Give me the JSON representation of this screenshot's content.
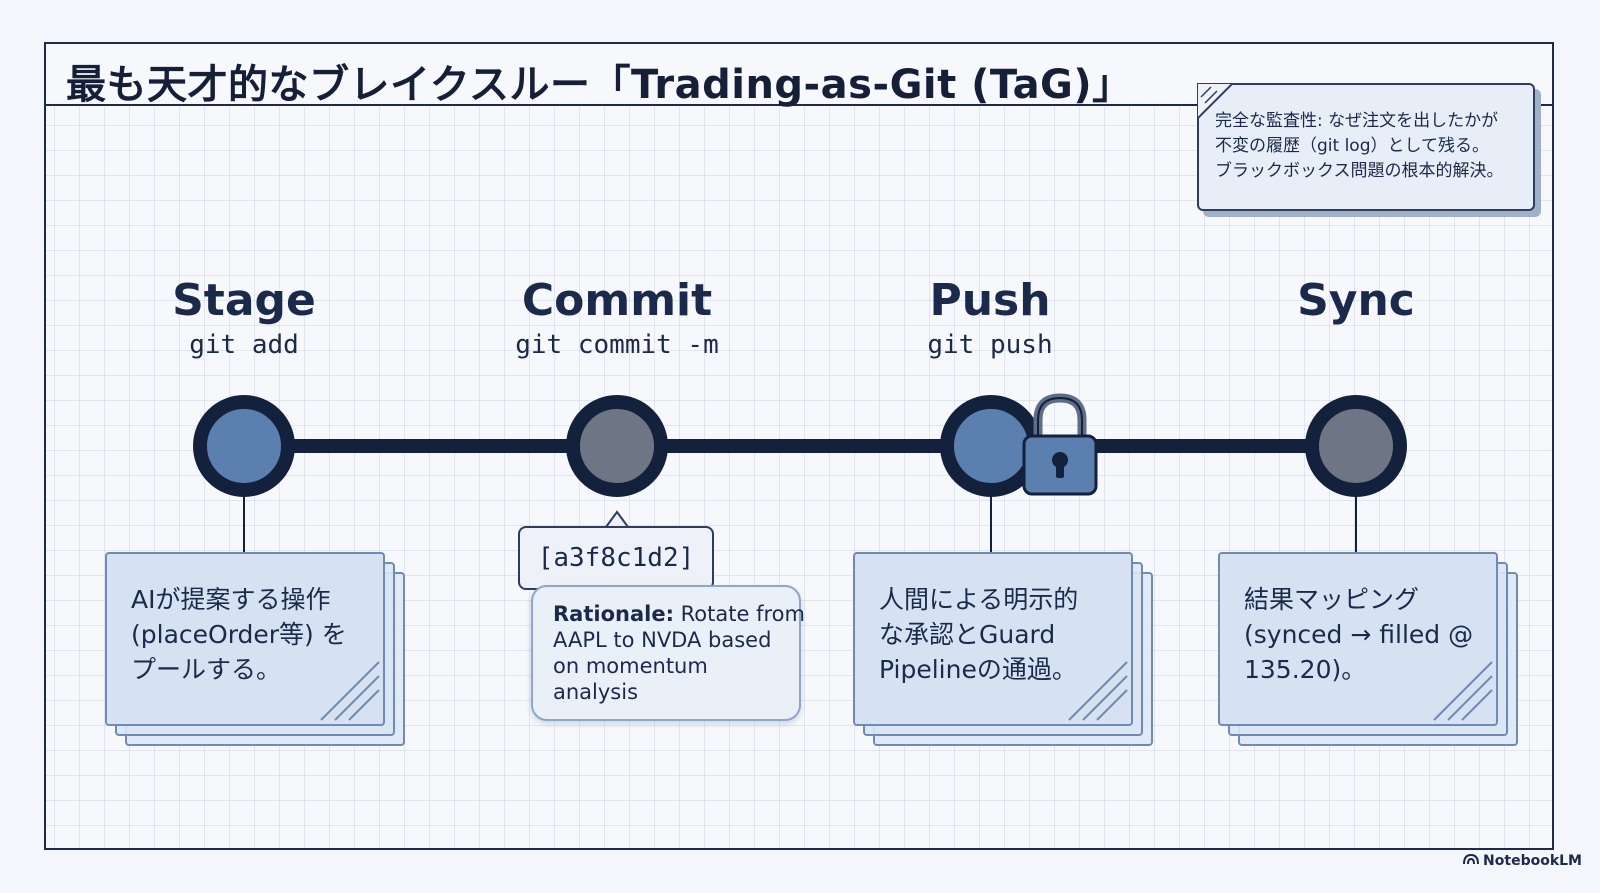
{
  "title": "最も天才的なブレイクスルー「Trading-as-Git (TaG)」",
  "note": {
    "lines": [
      "完全な監査性: なぜ注文を出したかが",
      "不変の履歴（git log）として残る。",
      "ブラックボックス問題の根本的解決。"
    ]
  },
  "stages": [
    {
      "label": "Stage",
      "command": "git add",
      "card_lines": [
        "AIが提案する操作",
        "(placeOrder等) を",
        "プールする。"
      ]
    },
    {
      "label": "Commit",
      "command": "git commit -m",
      "hash": "[a3f8c1d2]",
      "rationale_label": "Rationale:",
      "rationale_lines": [
        " Rotate from",
        "AAPL to NVDA based",
        "on momentum",
        "analysis"
      ]
    },
    {
      "label": "Push",
      "command": "git push",
      "card_lines": [
        "人間による明示的",
        "な承認とGuard",
        "Pipelineの通過。"
      ]
    },
    {
      "label": "Sync",
      "command": "",
      "card_lines": [
        "結果マッピング",
        "(synced → filled @",
        "135.20)。"
      ]
    }
  ],
  "brand": "NotebookLM",
  "colors": {
    "navy": "#14213d",
    "node_blue": "#5b7fae",
    "node_gray": "#6e7585",
    "card_fill": "#d6e2f2",
    "card_border": "#6f8bb5"
  },
  "icons": {
    "lock": "padlock-icon",
    "brand": "notebooklm-logo-icon"
  }
}
